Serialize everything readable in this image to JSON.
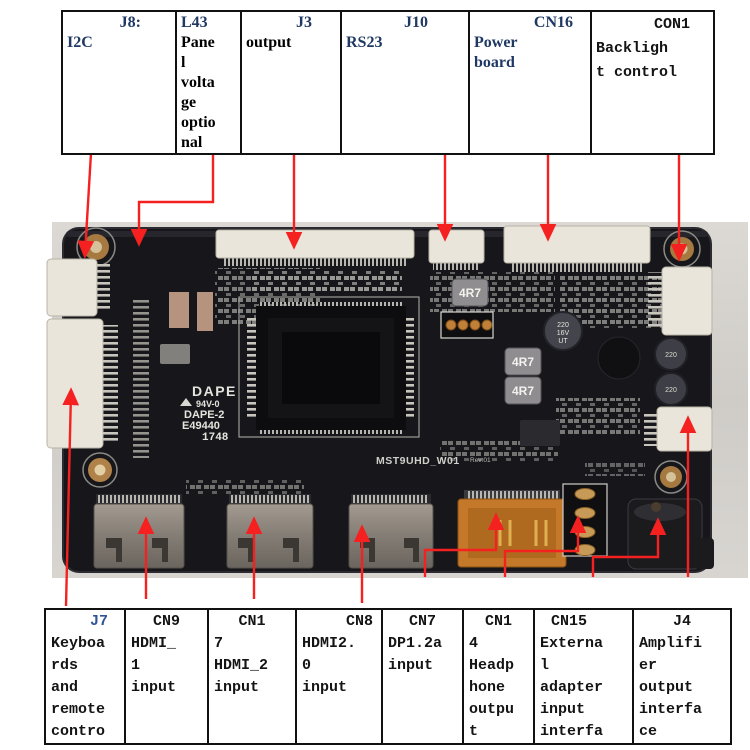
{
  "colors": {
    "accent_red": "#f52121",
    "top_header_navy": "#1f3864",
    "j7_blue": "#2f5496",
    "table_border": "#111111",
    "board_dark": "#17171b",
    "connector_cream": "#e9e5da",
    "dp_orange": "#c4782a"
  },
  "top_table": {
    "cells": [
      {
        "header": "J8:",
        "body": "I2C"
      },
      {
        "header": "L43",
        "body": "Pane\nl\nvolta\nge\noptio\nnal"
      },
      {
        "header": "J3",
        "body": "output"
      },
      {
        "header": "J10",
        "body": "RS23"
      },
      {
        "header": "CN16",
        "body": "Power\nboard"
      },
      {
        "header": "CON1",
        "body": "Backligh\nt control"
      }
    ]
  },
  "bottom_table": {
    "cells": [
      {
        "header": "J7",
        "body": "Keyboa\nrds\nand\nremote\ncontro"
      },
      {
        "header": "CN9",
        "body": "HDMI_\n1\ninput"
      },
      {
        "header": "CN1",
        "body": "7\nHDMI_2\ninput"
      },
      {
        "header": "CN8",
        "body": "HDMI2.\n0\ninput"
      },
      {
        "header": "CN7",
        "body": "DP1.2a\ninput"
      },
      {
        "header": "CN1",
        "body": "4\nHeadp\nhone\noutpu\nt"
      },
      {
        "header": "CN15",
        "body": "Externa\nl\nadapter\ninput\ninterfa"
      },
      {
        "header": "J4",
        "body": "Amplifi\ner\noutput\ninterfa\nce"
      }
    ]
  },
  "board": {
    "silkscreen": {
      "brand": "DAPE",
      "ul_rating": "94V-0",
      "brand2": "DAPE-2",
      "part_code": "E49440",
      "date_code": "1748",
      "model": "MST9UHD_W01",
      "revision": "Rev:01"
    },
    "inductor_label": "4R7",
    "capacitor_label_lines": [
      "220",
      "16V",
      "UT"
    ]
  }
}
